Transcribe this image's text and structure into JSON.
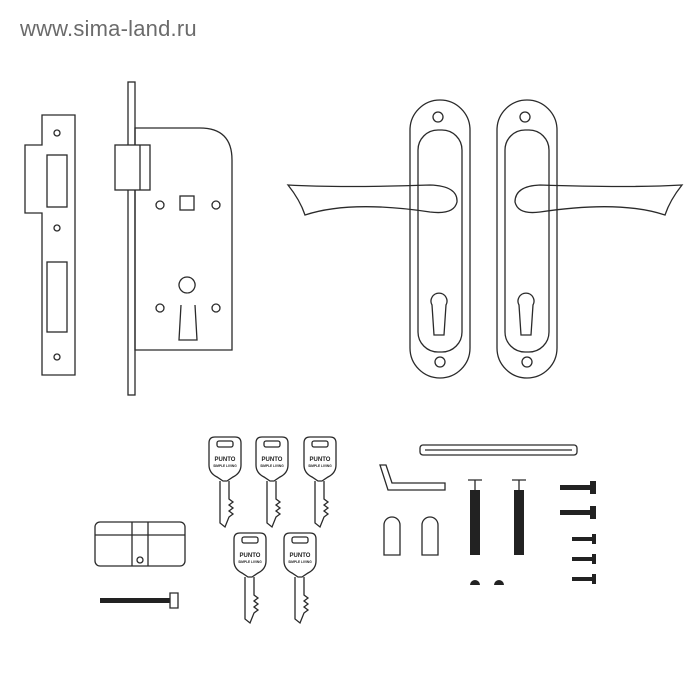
{
  "watermark": "www.sima-land.ru",
  "key_brand": "PUNTO",
  "key_slogan": "SIMPLE LIVING",
  "colors": {
    "line": "#2a2a2a",
    "watermark": "#6b6b6b",
    "background": "#ffffff"
  }
}
